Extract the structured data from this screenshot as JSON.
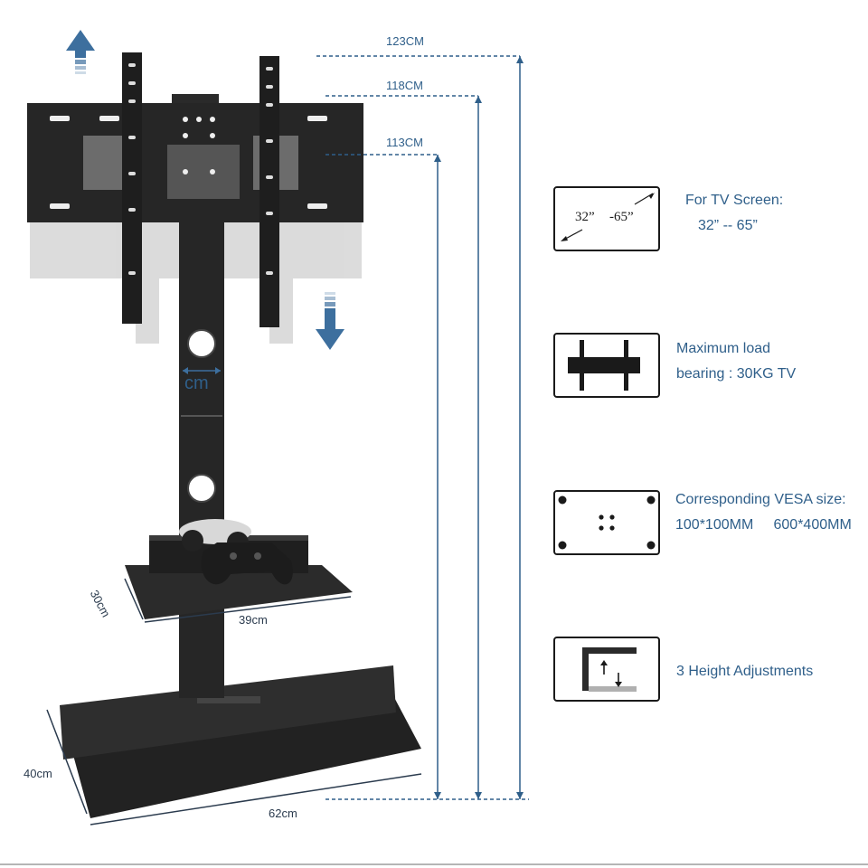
{
  "dimensions": {
    "height_max": "123CM",
    "height_mid": "118CM",
    "height_min": "113CM",
    "pole_label": "cm",
    "shelf_depth": "30cm",
    "shelf_width": "39cm",
    "base_depth": "40cm",
    "base_width": "62cm"
  },
  "features": [
    {
      "icon": "tv-diagonal-icon",
      "box_text_a": "32”",
      "box_text_b": "-65”",
      "lines": [
        "For TV Screen:",
        "32”  --  65”"
      ]
    },
    {
      "icon": "mount-bracket-icon",
      "lines": [
        "Maximum load",
        "bearing : 30KG TV"
      ]
    },
    {
      "icon": "vesa-holes-icon",
      "lines": [
        "Corresponding VESA size:",
        "100*100MM     600*400MM"
      ]
    },
    {
      "icon": "height-adjust-icon",
      "lines": [
        "3 Height Adjustments"
      ]
    }
  ],
  "colors": {
    "accent_blue": "#2f5f8a",
    "arrow_blue": "#3d6f9e",
    "product_black": "#262626"
  }
}
